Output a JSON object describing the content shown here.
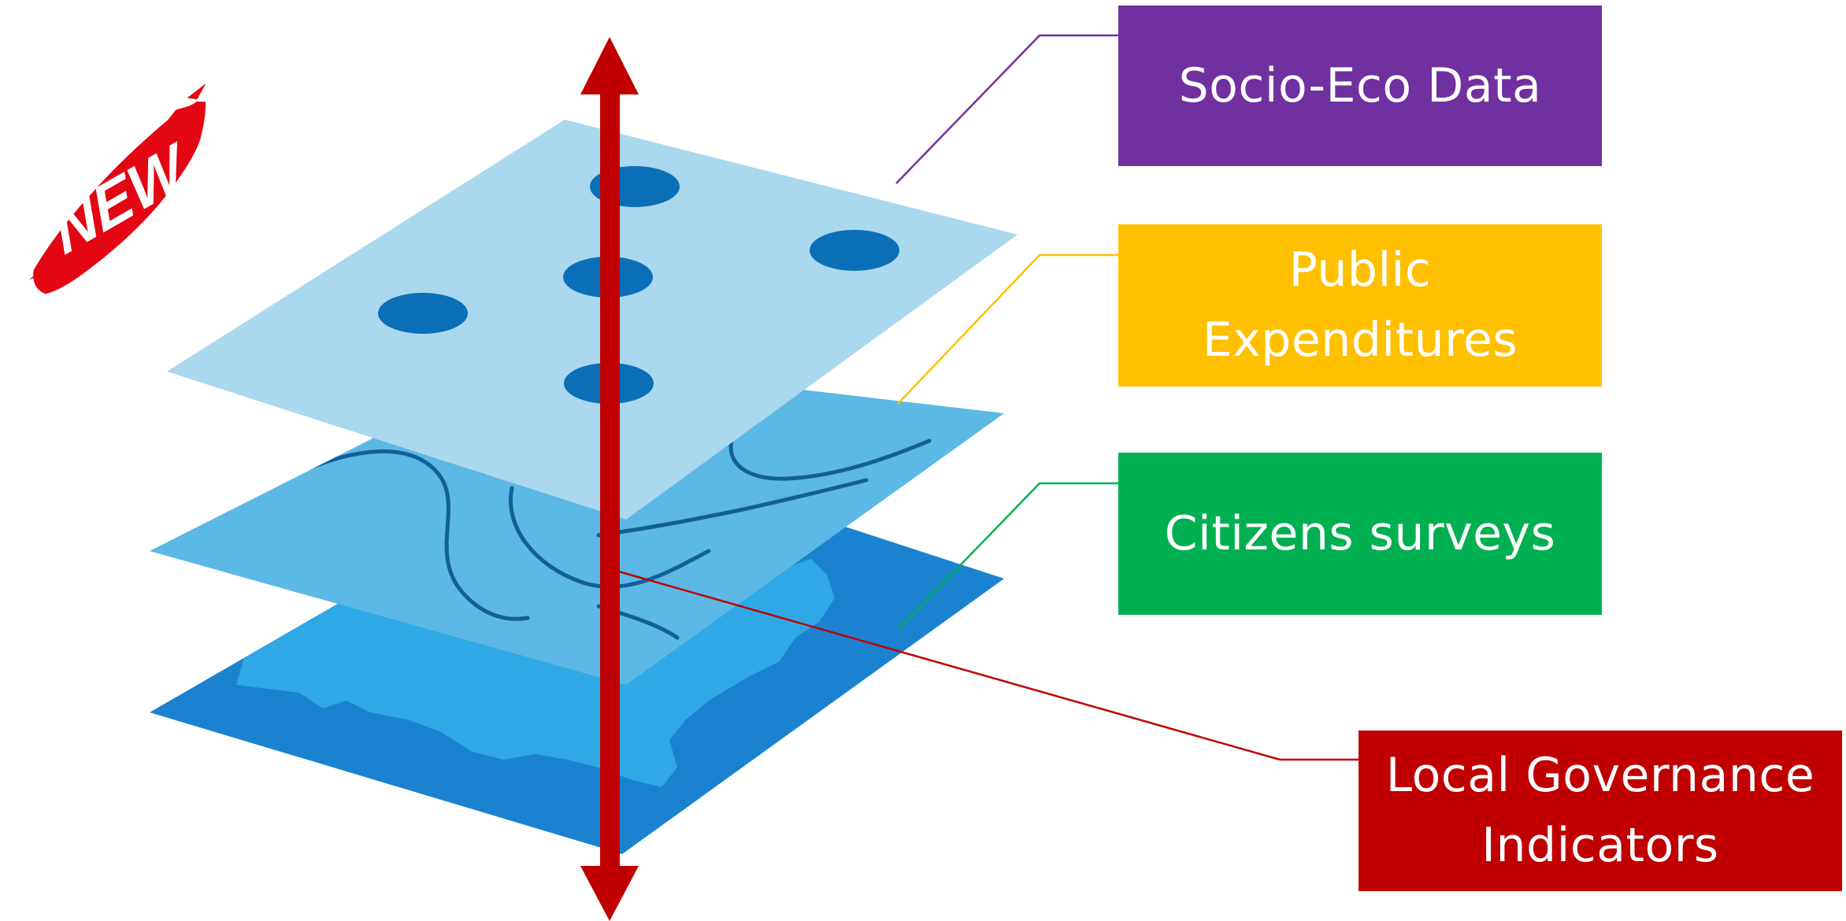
{
  "badge": {
    "text": "NEW",
    "color": "#e30613"
  },
  "colors": {
    "top_layer": "#a9d8ee",
    "mid_layer": "#5bb8e4",
    "bottom_layer": "#2a90d4",
    "dark_blue": "#0b6fb8",
    "arrow": "#c00000"
  },
  "layers": [
    {
      "label": "Socio-Eco Data",
      "color": "#7030a0"
    },
    {
      "label_lines": [
        "Public",
        "Expenditures"
      ],
      "color": "#ffc000"
    },
    {
      "label": "Citizens surveys",
      "color": "#00b050"
    },
    {
      "label_lines": [
        "Local Governance",
        "Indicators"
      ],
      "color": "#c00000"
    }
  ]
}
